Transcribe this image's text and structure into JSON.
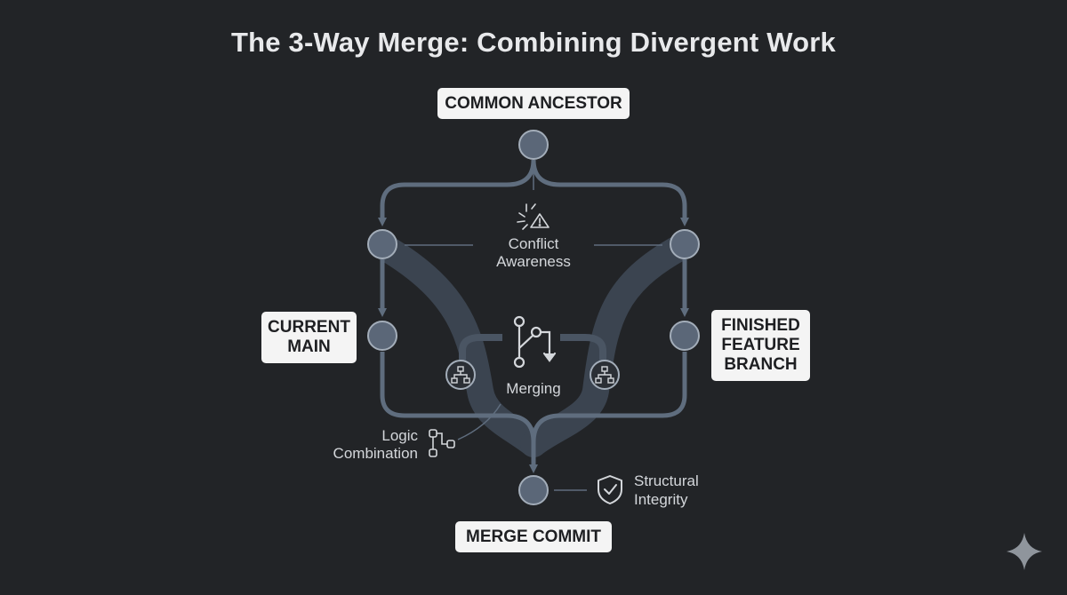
{
  "title": "The 3-Way Merge: Combining Divergent Work",
  "labels": {
    "common_ancestor": "COMMON ANCESTOR",
    "current_main_line1": "CURRENT",
    "current_main_line2": "MAIN",
    "feature_line1": "FINISHED",
    "feature_line2": "FEATURE",
    "feature_line3": "BRANCH",
    "merge_commit": "MERGE COMMIT"
  },
  "annotations": {
    "conflict_line1": "Conflict",
    "conflict_line2": "Awareness",
    "merging": "Merging",
    "logic_line1": "Logic",
    "logic_line2": "Combination",
    "structural_line1": "Structural",
    "structural_line2": "Integrity"
  },
  "colors": {
    "background": "#222427",
    "edge": "#5f6d7e",
    "node": "#5b6778",
    "node_stroke": "#a3adb9",
    "text": "#d4d7db",
    "label_bg": "#f4f4f4"
  },
  "icons": {
    "conflict": "warning-spark-icon",
    "merge": "git-merge-icon",
    "hierarchy": "hierarchy-icon",
    "logic": "flow-icon",
    "shield": "shield-check-icon",
    "sparkle": "sparkle-icon"
  }
}
